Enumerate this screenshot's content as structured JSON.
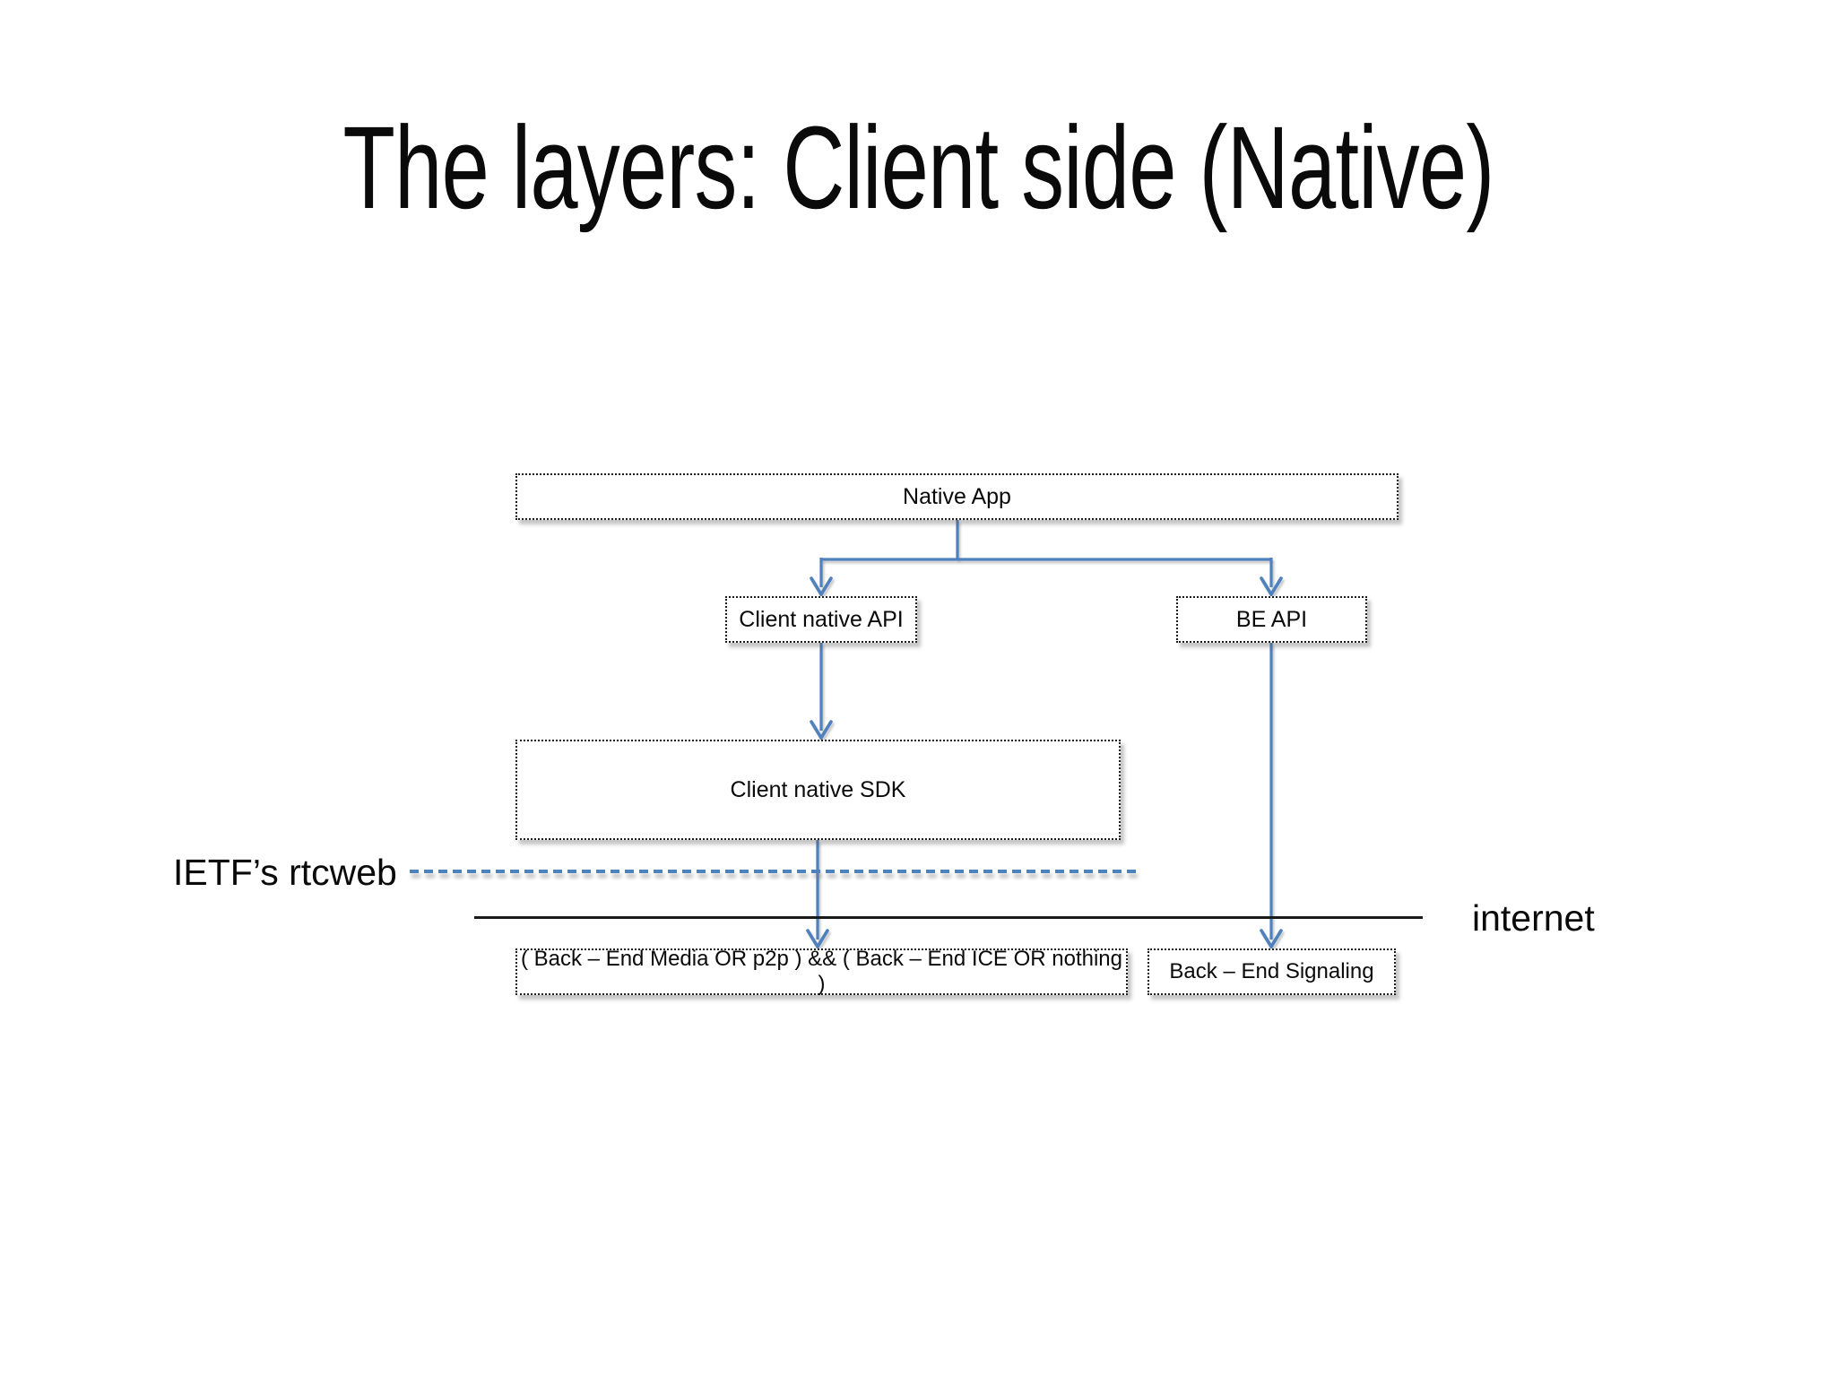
{
  "slide_title": "The layers: Client side (Native)",
  "diagram": {
    "nodes": {
      "native_app": {
        "label": "Native App"
      },
      "client_native_api": {
        "label": "Client native API"
      },
      "be_api": {
        "label": "BE API"
      },
      "client_native_sdk": {
        "label": "Client native SDK"
      },
      "backend_media": {
        "label": "( Back – End Media OR p2p ) && ( Back – End ICE OR nothing )"
      },
      "backend_signaling": {
        "label": "Back – End Signaling"
      }
    },
    "annotations": {
      "ietf_rtcweb": "IETF’s rtcweb",
      "internet": "internet"
    },
    "colors": {
      "connector_blue": "#4f81bd",
      "internet_line_black": "#1a1a1a",
      "box_border": "#1c1c1c",
      "box_fill": "#ffffff",
      "background": "#ffffff"
    }
  }
}
